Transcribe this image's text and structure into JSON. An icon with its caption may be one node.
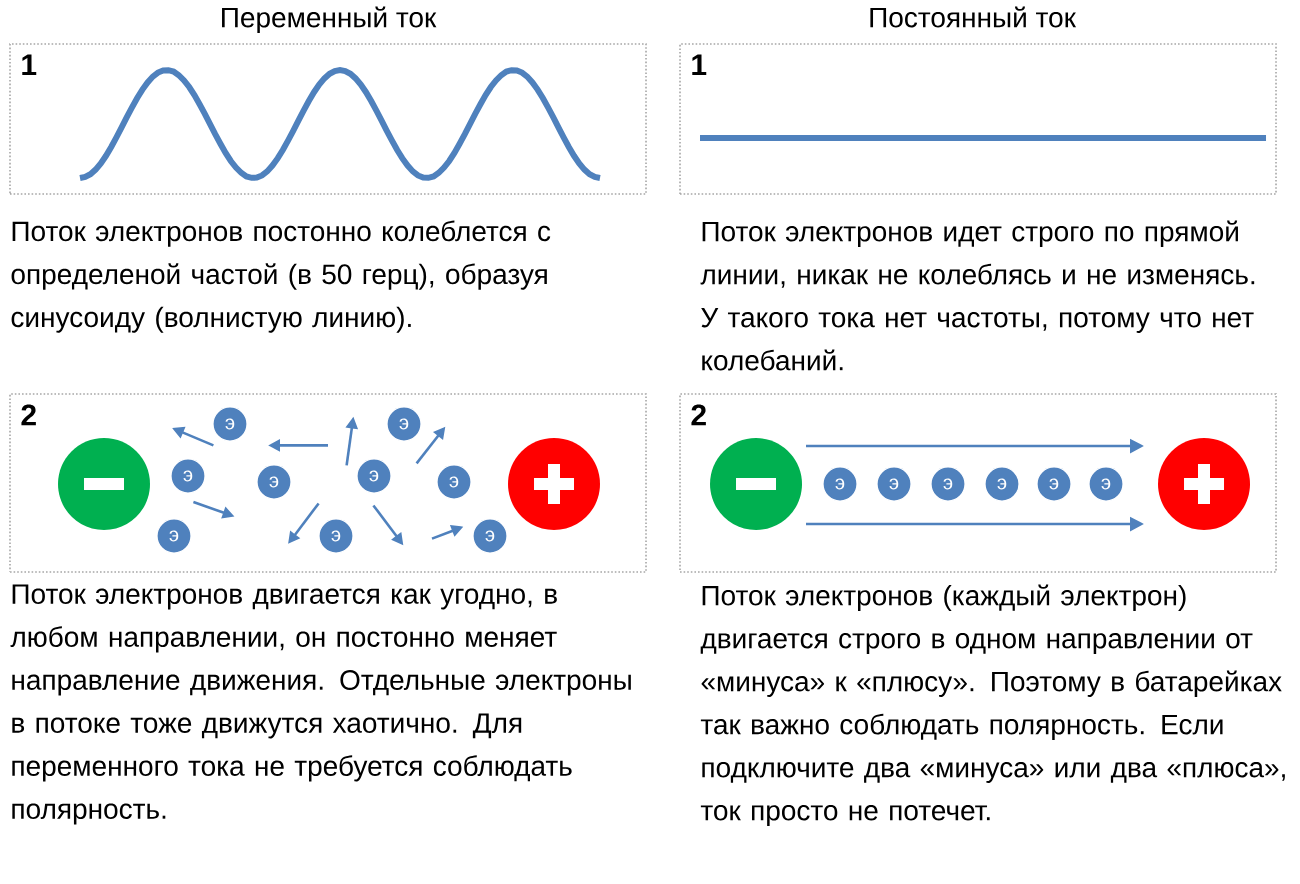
{
  "diagram": {
    "nodes": [
      {
        "text": [
          "1"
        ]
      },
      {
        "text": [
          "1"
        ]
      },
      {
        "text": [
          "2"
        ]
      },
      {
        "text": [
          "э"
        ],
        "in": 2
      },
      {
        "text": [
          "э"
        ],
        "in": 2
      },
      {
        "text": [
          "э"
        ],
        "in": 2
      },
      {
        "text": [
          "э"
        ],
        "in": 2
      },
      {
        "text": [
          "э"
        ],
        "in": 2
      },
      {
        "text": [
          "э"
        ],
        "in": 2
      },
      {
        "text": [
          "э"
        ],
        "in": 2
      },
      {
        "text": [
          "э"
        ],
        "in": 2
      },
      {
        "text": [
          "э"
        ],
        "in": 2
      },
      {
        "text": [
          "2"
        ]
      },
      {
        "text": [
          "э"
        ],
        "in": 12
      },
      {
        "text": [
          "э"
        ],
        "in": 12
      },
      {
        "text": [
          "э"
        ],
        "in": 12
      },
      {
        "text": [
          "э"
        ],
        "in": 12
      },
      {
        "text": [
          "э"
        ],
        "in": 12
      },
      {
        "text": [
          "э"
        ],
        "in": 12
      }
    ],
    "labels": [
      "Переменный ток",
      "Постоянный ток",
      "Поток электронов постонно колеблется с определеной частой (в 50 герц), образуя синусоиду (волнистую линию).",
      "Поток электронов идет строго по прямой линии, никак не колеблясь и не изменясь. У такого тока нет частоты, потому что нет колебаний.",
      "Поток электронов двигается как угодно, в любом направлении, он постонно меняет направление движения. Отдельные электроны в потоке тоже движутся хаотично. Для переменного тока не требуется соблюдать полярность.",
      "Поток электронов (каждый электрон) двигается строго в одном направлении от «минуса» к «плюсу». Поэтому в батарейках так важно соблюдать полярность. Если подключите два «минуса» или два «плюса», ток просто не потечет."
    ]
  }
}
